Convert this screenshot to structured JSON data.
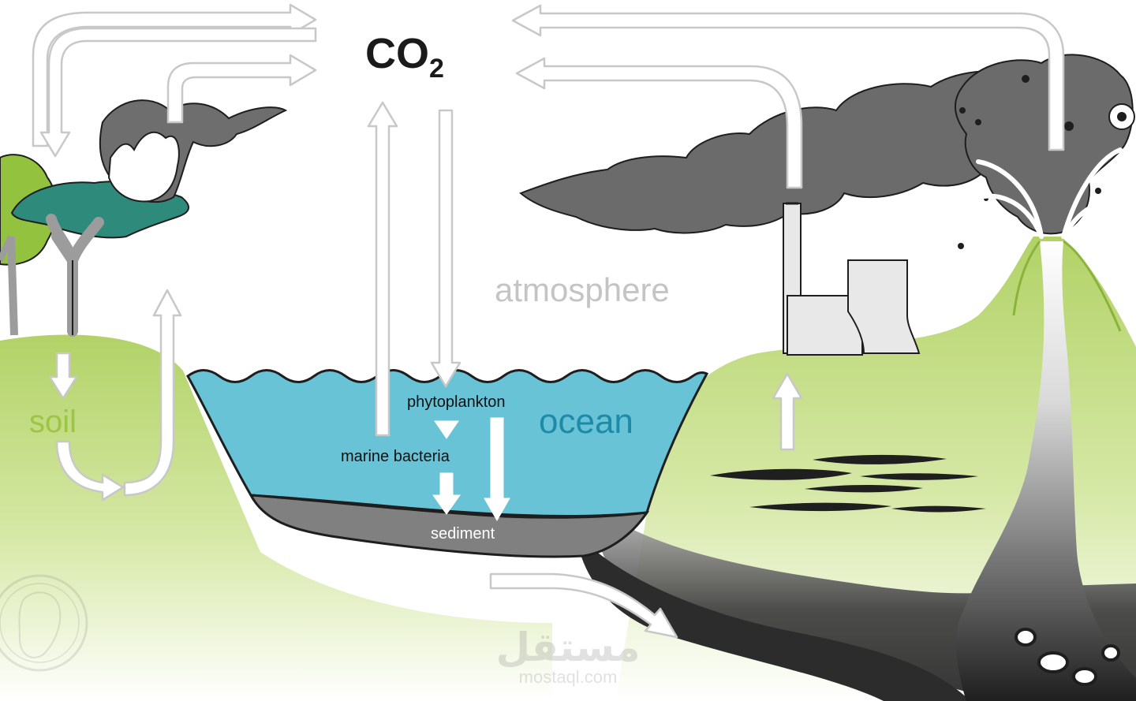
{
  "title": {
    "main": "CO",
    "subscript": "2"
  },
  "labels": {
    "atmosphere": "atmosphere",
    "soil": "soil",
    "ocean": "ocean",
    "phytoplankton": "phytoplankton",
    "marine_bacteria": "marine bacteria",
    "sediment": "sediment"
  },
  "watermark": {
    "arabic": "مستقل",
    "url": "mostaql.com"
  },
  "colors": {
    "land": "#b5d46a",
    "ocean": "#68c3d7",
    "sediment": "#7f7f7f",
    "smoke": "#6b6b6b",
    "tree_canopy": "#2e8a7a",
    "tree_foliage": "#93c23f",
    "arrow_fill": "#ffffff",
    "arrow_stroke": "#c8c8c8",
    "atmosphere_text": "#c4c4c4",
    "soil_text": "#9cc545",
    "ocean_text": "#1e8aa8"
  }
}
